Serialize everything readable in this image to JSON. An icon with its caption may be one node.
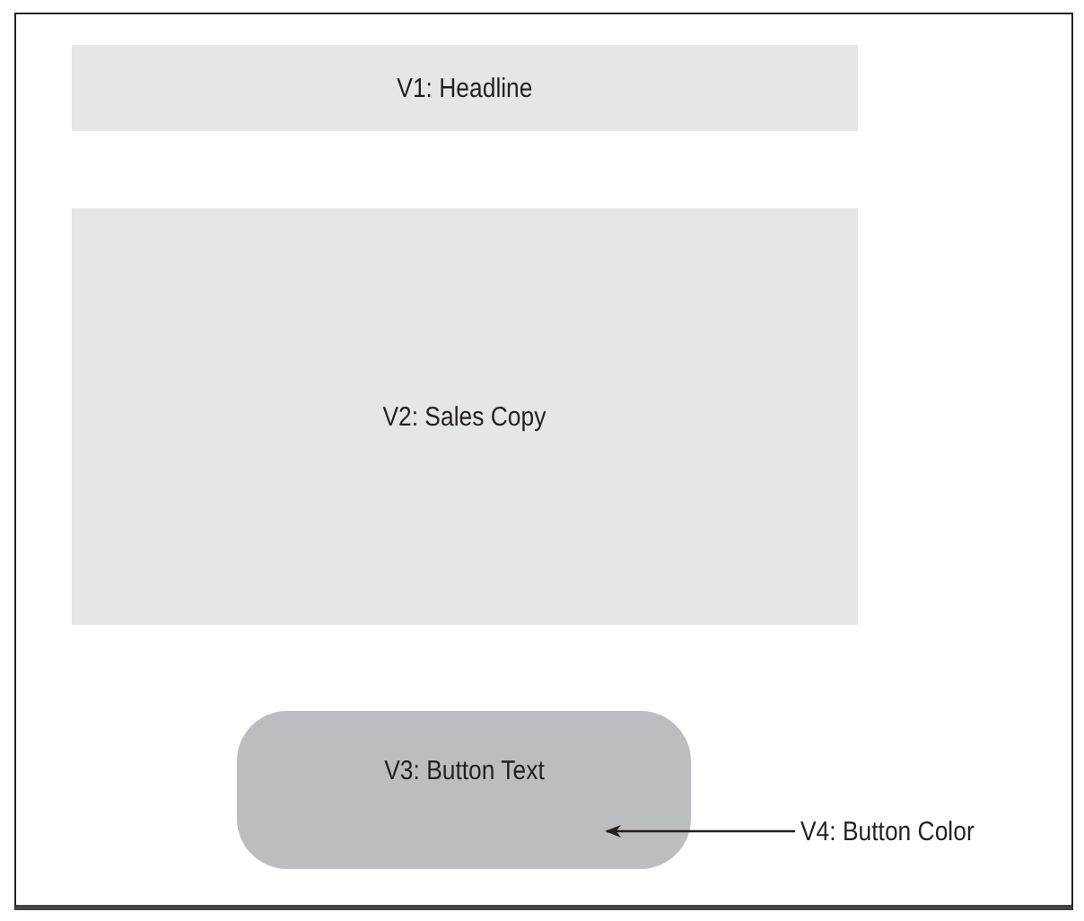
{
  "diagram": {
    "nodes": [
      {
        "text": [
          "V1: Headline"
        ]
      },
      {
        "text": [
          "V2: Sales Copy"
        ]
      },
      {
        "text": [
          "V3: Button Text"
        ]
      },
      {
        "text": [
          "V4: Button Color"
        ]
      }
    ],
    "edges": [
      {
        "from": 3,
        "to": 2,
        "arrow": "to"
      }
    ]
  }
}
